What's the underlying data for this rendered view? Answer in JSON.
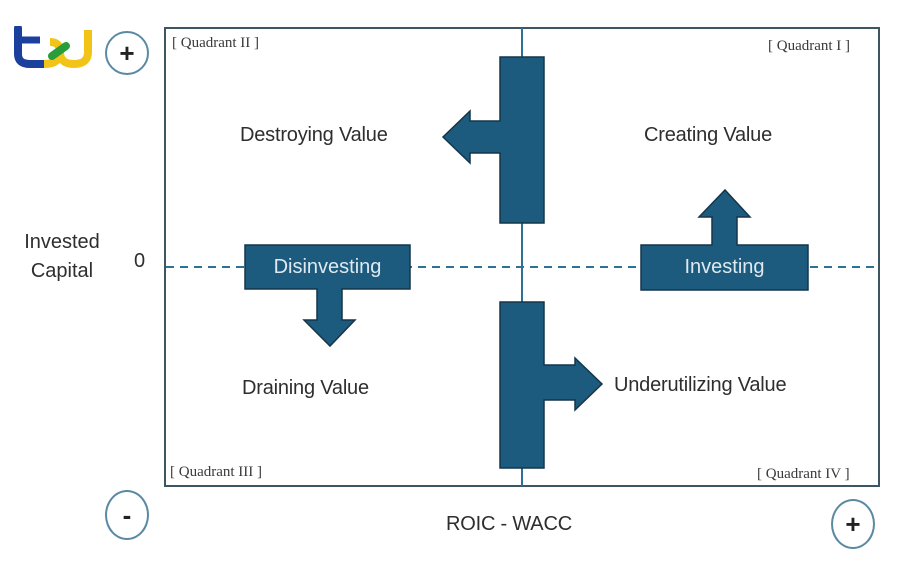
{
  "logo": {
    "name": "tcd-logo",
    "colors": {
      "blue": "#1b3f9c",
      "yellow": "#f2c418",
      "green": "#2a9d3a"
    }
  },
  "colors": {
    "arrow_fill": "#1c5b7e",
    "arrow_stroke": "#15364a",
    "frame": "#3e5564",
    "axis": "#2e7196",
    "circle_border": "#5a8aa3"
  },
  "quadrants": {
    "q1": "[ Quadrant  I ]",
    "q2": "[ Quadrant  II ]",
    "q3": "[ Quadrant  III ]",
    "q4": "[ Quadrant  IV ]"
  },
  "labels": {
    "destroying": "Destroying Value",
    "creating": "Creating Value",
    "draining": "Draining Value",
    "underutilizing": "Underutilizing Value",
    "disinvesting": "Disinvesting",
    "investing": "Investing"
  },
  "axes": {
    "y_label_line1": "Invested",
    "y_label_line2": "Capital",
    "zero": "0",
    "x_label": "ROIC - WACC",
    "y_plus": "+",
    "x_minus": "-",
    "x_plus": "+"
  }
}
